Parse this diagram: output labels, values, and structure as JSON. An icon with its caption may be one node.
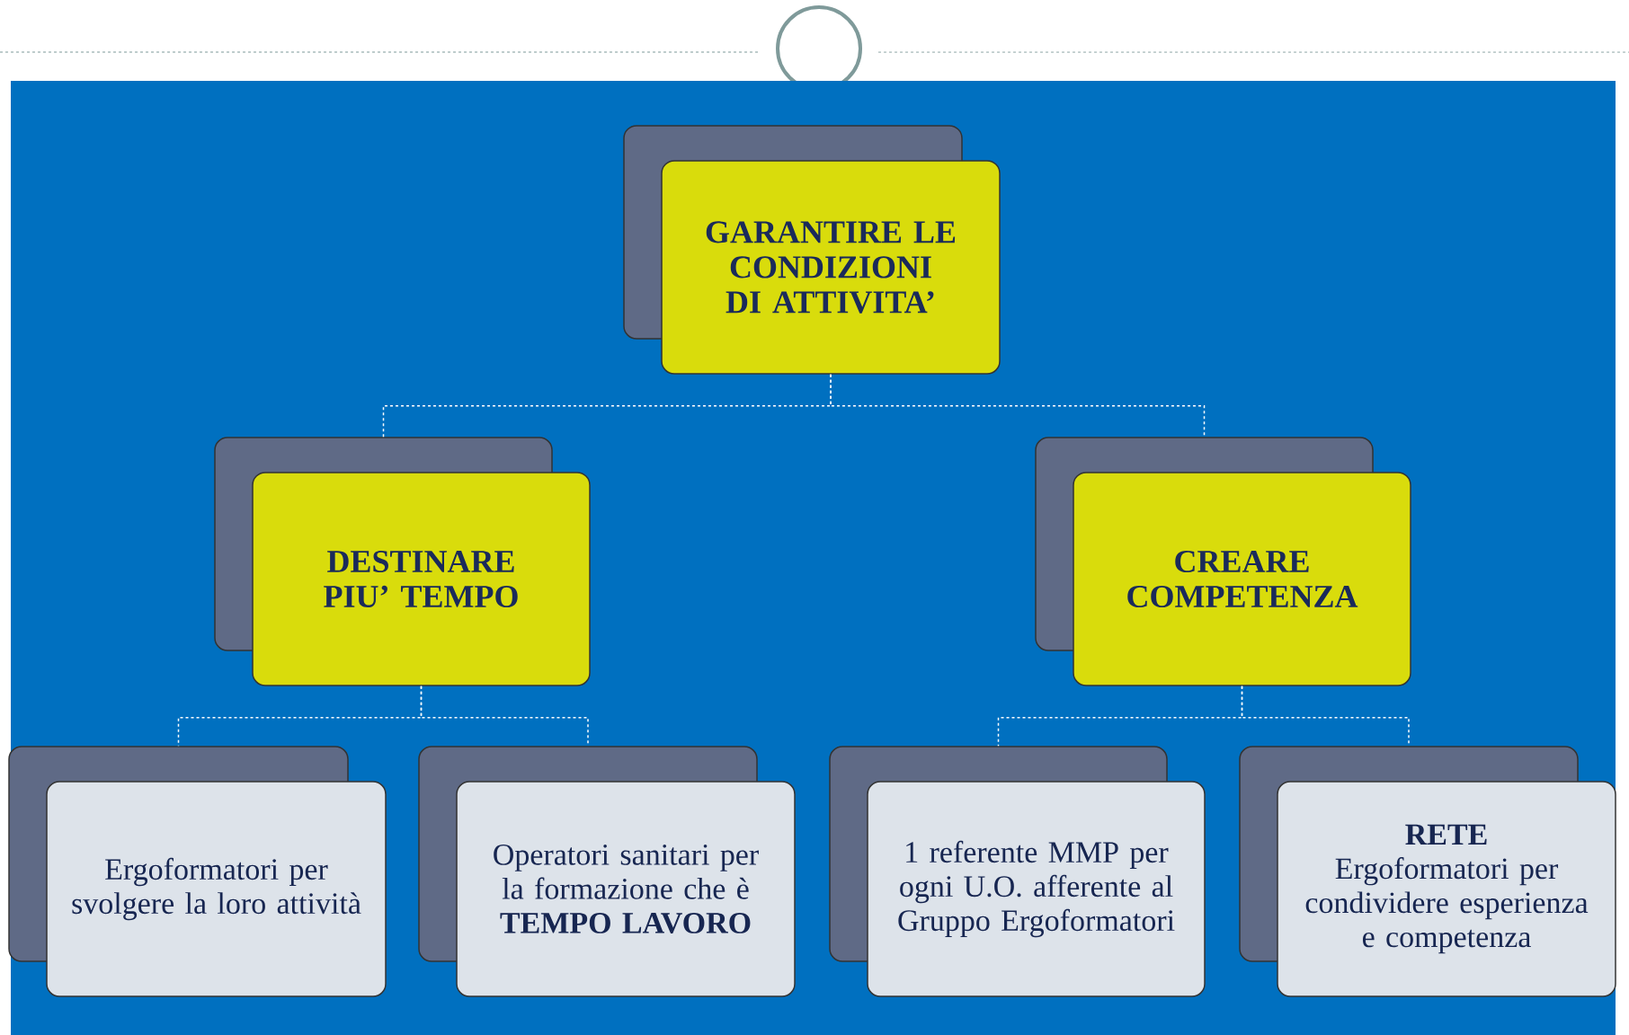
{
  "diagram": {
    "nodes": [
      {
        "text": [
          "GARANTIRE LE CONDIZIONI DI ATTIVITA’"
        ]
      },
      {
        "text": [
          "DESTINARE PIU’ TEMPO"
        ]
      },
      {
        "text": [
          "CREARE COMPETENZA"
        ]
      },
      {
        "text": [
          "Ergoformatori per svolgere la loro attività"
        ]
      },
      {
        "text": [
          "Operatori sanitari per la formazione che è",
          "TEMPO LAVORO"
        ]
      },
      {
        "text": [
          "1 referente MMP per ogni U.O. afferente al Gruppo Ergoformatori"
        ]
      },
      {
        "text": [
          "RETE",
          "Ergoformatori per condividere esperienza e competenza"
        ]
      }
    ],
    "edges": [
      {
        "from": 0,
        "to": 1,
        "arrow": "none",
        "style": "dashed"
      },
      {
        "from": 0,
        "to": 2,
        "arrow": "none",
        "style": "dashed"
      },
      {
        "from": 1,
        "to": 3,
        "arrow": "none",
        "style": "dashed"
      },
      {
        "from": 1,
        "to": 4,
        "arrow": "none",
        "style": "dashed"
      },
      {
        "from": 2,
        "to": 5,
        "arrow": "none",
        "style": "dashed"
      },
      {
        "from": 2,
        "to": 6,
        "arrow": "none",
        "style": "dashed"
      }
    ]
  }
}
